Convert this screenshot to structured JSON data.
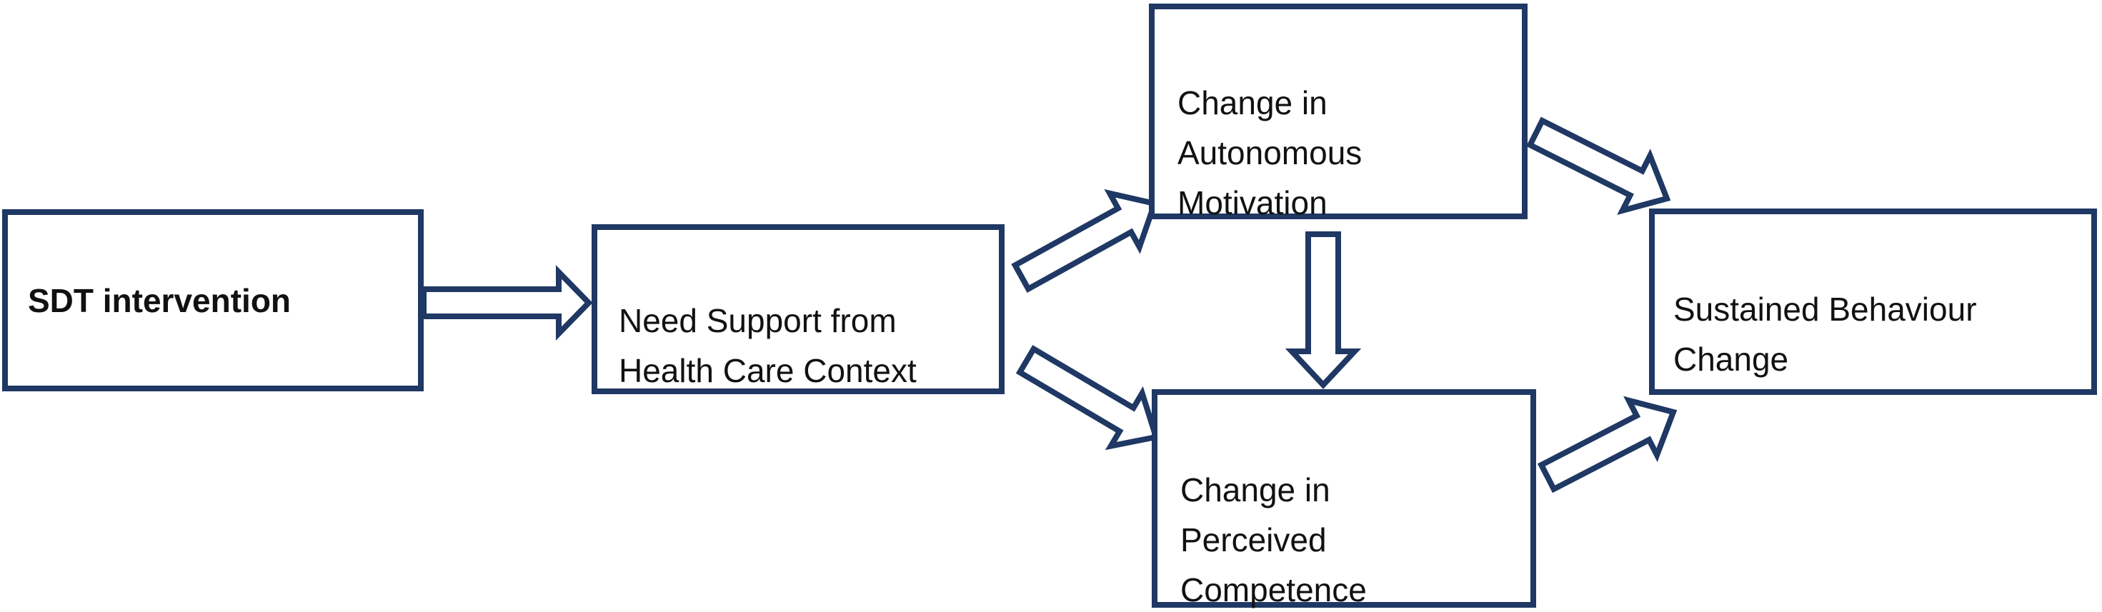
{
  "diagram": {
    "type": "flowchart",
    "boxes": [
      {
        "id": "sdt-intervention",
        "label": "SDT intervention",
        "bold": true
      },
      {
        "id": "need-support",
        "label": "Need Support from\nHealth Care Context",
        "bold": false
      },
      {
        "id": "autonomous-motivation",
        "label": "Change in\nAutonomous\nMotivation",
        "bold": false
      },
      {
        "id": "perceived-competence",
        "label": "Change in\nPerceived\nCompetence",
        "bold": false
      },
      {
        "id": "sustained-behaviour-change",
        "label": "Sustained Behaviour\nChange",
        "bold": false
      }
    ],
    "connections": [
      {
        "from": "sdt-intervention",
        "to": "need-support",
        "direction": "right"
      },
      {
        "from": "need-support",
        "to": "autonomous-motivation",
        "direction": "up-right"
      },
      {
        "from": "need-support",
        "to": "perceived-competence",
        "direction": "down-right"
      },
      {
        "from": "autonomous-motivation",
        "to": "perceived-competence",
        "direction": "down"
      },
      {
        "from": "autonomous-motivation",
        "to": "sustained-behaviour-change",
        "direction": "down-right"
      },
      {
        "from": "perceived-competence",
        "to": "sustained-behaviour-change",
        "direction": "up-right"
      }
    ],
    "colors": {
      "outline": "#1f3864",
      "box_fill": "#ffffff",
      "arrow_fill": "#ffffff",
      "text": "#111111",
      "background": "#ffffff"
    }
  }
}
